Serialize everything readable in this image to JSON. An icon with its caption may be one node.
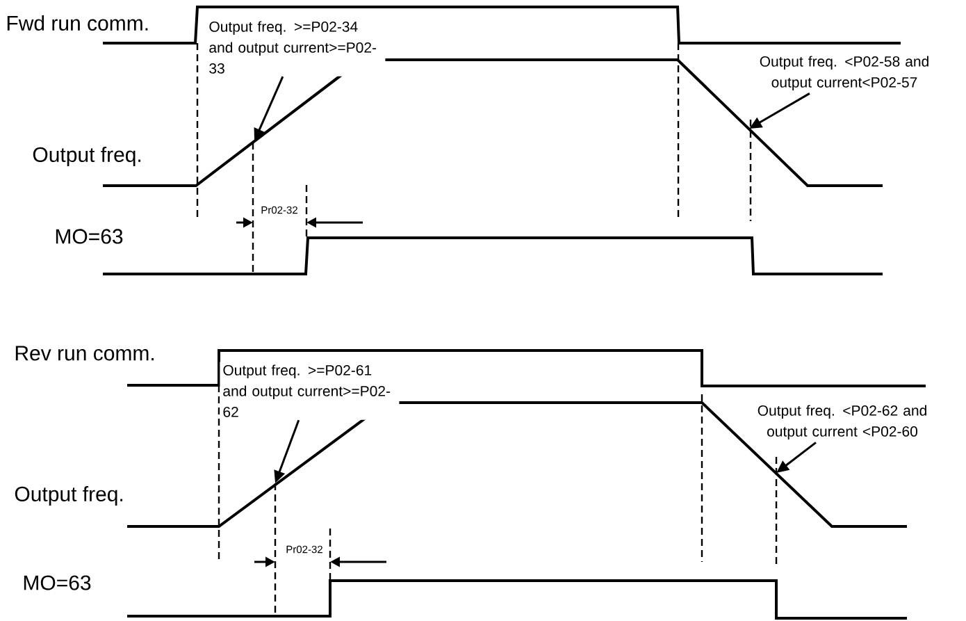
{
  "diagram": {
    "nodes": [
      {
        "text": [
          "Output freq. >=P02-34 and output current>=P02-33"
        ]
      },
      {
        "text": [
          "Output freq. <P02-58 and output current<P02-57"
        ]
      },
      {
        "text": [
          "Output freq. >=P02-61 and output current>=P02-62"
        ]
      },
      {
        "text": [
          "Output freq. <P02-62 and output current <P02-60"
        ]
      }
    ],
    "edges": [
      {
        "from": 0,
        "to": null,
        "arrow": "to"
      },
      {
        "from": 1,
        "to": null,
        "arrow": "to"
      },
      {
        "from": 2,
        "to": null,
        "arrow": "to"
      },
      {
        "from": 3,
        "to": null,
        "arrow": "to"
      }
    ],
    "labels": [
      "Fwd run comm.",
      "Output freq.",
      "Pr02-32",
      "MO=63",
      "Rev run comm.",
      "Output freq.",
      "Pr02-32",
      "MO=63"
    ]
  }
}
